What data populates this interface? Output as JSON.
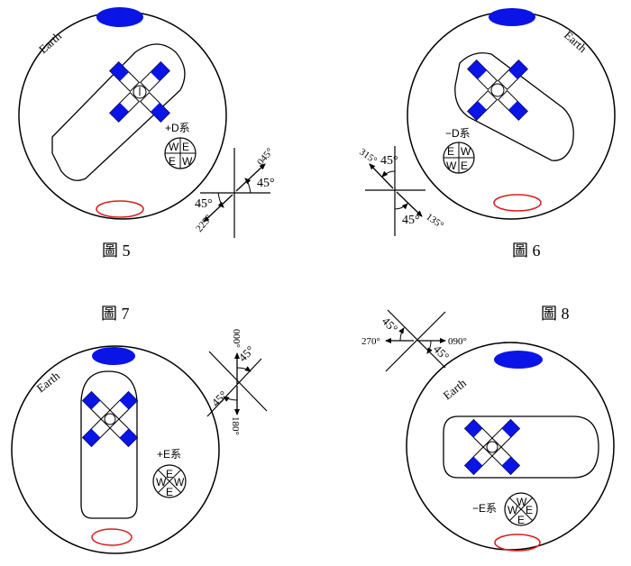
{
  "colors": {
    "pole_blue": "#0a14e6",
    "pole_red": "#d81e1e",
    "line": "#000000",
    "panel_blue": "#0a14e6"
  },
  "panels": [
    {
      "caption": "圖 5",
      "earth_label": "Earth",
      "system_label": "+D系",
      "quad": [
        "W",
        "E",
        "E",
        "W"
      ],
      "vector": {
        "top_label": "045°",
        "bottom_label": "225°",
        "angle_a": "45°",
        "angle_b": "45°"
      }
    },
    {
      "caption": "圖 6",
      "earth_label": "Earth",
      "system_label": "−D系",
      "quad": [
        "E",
        "W",
        "W",
        "E"
      ],
      "vector": {
        "top_label": "315°",
        "bottom_label": "135°",
        "angle_a": "45°",
        "angle_b": "45°"
      }
    },
    {
      "caption": "圖 7",
      "earth_label": "Earth",
      "system_label": "+E系",
      "quad": [
        "E",
        "W",
        "W",
        "E"
      ],
      "vector": {
        "top_label": "000°",
        "bottom_label": "180°",
        "angle_a": "45°",
        "angle_b": "45°"
      }
    },
    {
      "caption": "圖 8",
      "earth_label": "Earth",
      "system_label": "−E系",
      "quad": [
        "W",
        "E",
        "W",
        "E"
      ],
      "vector": {
        "left_label": "270°",
        "right_label": "090°",
        "angle_a": "45°",
        "angle_b": "45°"
      }
    }
  ]
}
